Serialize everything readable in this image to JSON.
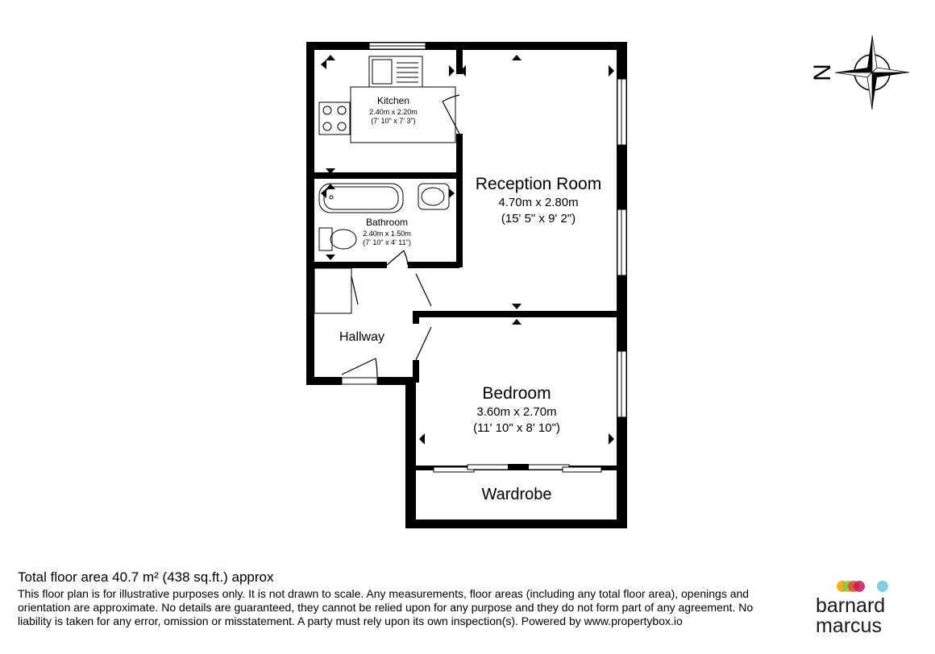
{
  "rooms": {
    "kitchen": {
      "name": "Kitchen",
      "metric": "2.40m x 2.20m",
      "imperial": "(7' 10\" x 7' 3\")"
    },
    "bathroom": {
      "name": "Bathroom",
      "metric": "2.40m x 1.50m",
      "imperial": "(7' 10\" x 4' 11\")"
    },
    "reception": {
      "name": "Reception Room",
      "metric": "4.70m x 2.80m",
      "imperial": "(15' 5\" x 9' 2\")"
    },
    "hallway": {
      "name": "Hallway"
    },
    "bedroom": {
      "name": "Bedroom",
      "metric": "3.60m x 2.70m",
      "imperial": "(11' 10\" x 8' 10\")"
    },
    "wardrobe": {
      "name": "Wardrobe"
    }
  },
  "compass": {
    "letter": "N",
    "icon": "compass-rose-icon"
  },
  "footer": {
    "total_area": "Total floor area 40.7 m² (438 sq.ft.) approx",
    "disclaimer": "This floor plan is for illustrative purposes only. It is not drawn to scale. Any measurements, floor areas (including any total floor area), openings and orientation are approximate. No details are guaranteed, they cannot be relied upon for any purpose and they do not form part of any agreement. No liability is taken for any error, omission or misstatement. A party must rely upon its own inspection(s). Powered by www.propertybox.io"
  },
  "brand": {
    "line1": "barnard",
    "line2": "marcus",
    "dot_colors": [
      "#f2b01e",
      "#8cc63f",
      "#e8432e",
      "#c2185b",
      "#7fcfe0"
    ]
  },
  "colors": {
    "wall": "#000000",
    "window": "#ffffff"
  }
}
